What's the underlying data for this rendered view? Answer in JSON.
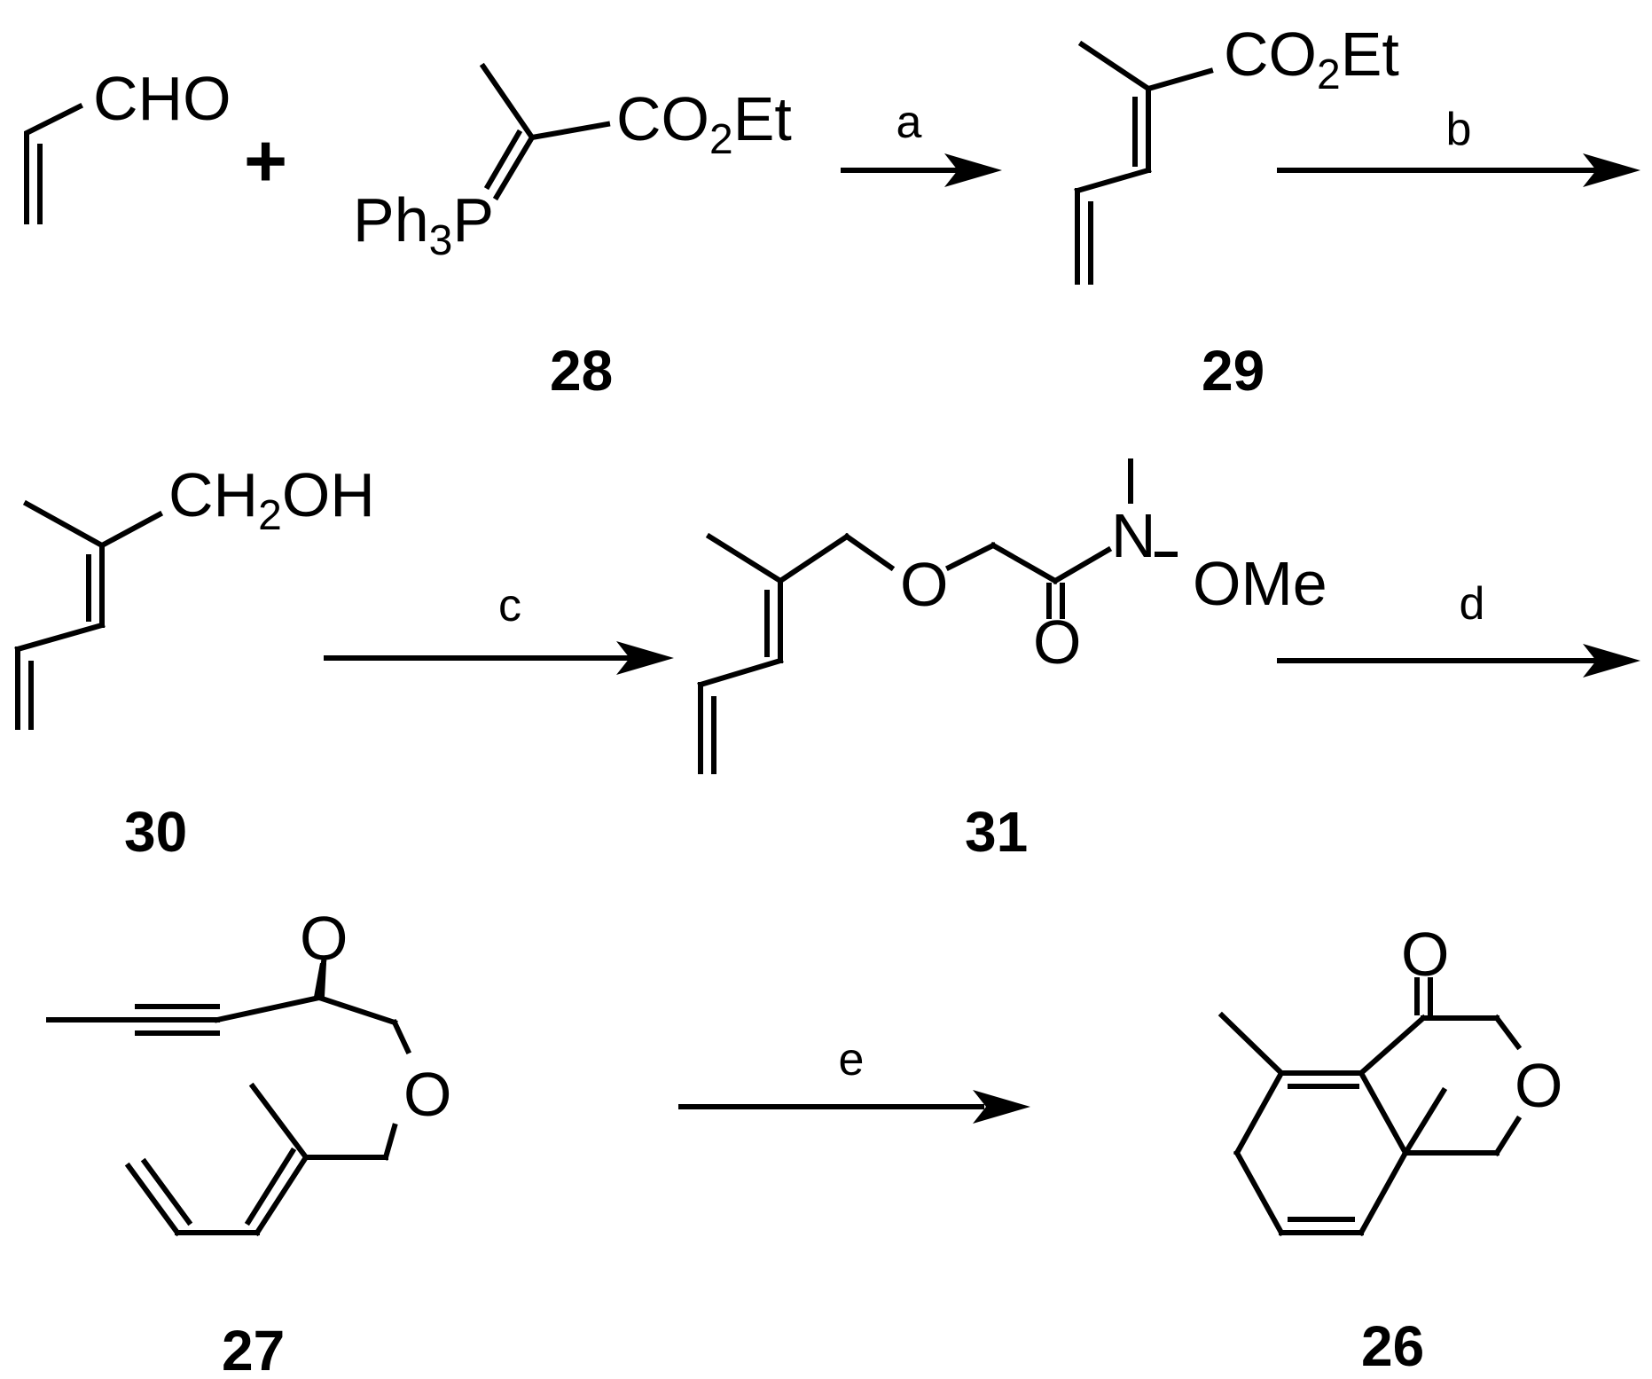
{
  "plus": "+",
  "labels": {
    "cho": "CHO",
    "co": "CO",
    "two": "2",
    "et": "Et",
    "ph": "Ph",
    "three": "3",
    "p": "P",
    "ch": "CH",
    "oh": "OH",
    "o": "O",
    "n": "N",
    "ome": "OMe"
  },
  "conditions": {
    "a": "a",
    "b": "b",
    "c": "c",
    "d": "d",
    "e": "e"
  },
  "compounds": {
    "c26": "26",
    "c27": "27",
    "c28": "28",
    "c29": "29",
    "c30": "30",
    "c31": "31"
  }
}
